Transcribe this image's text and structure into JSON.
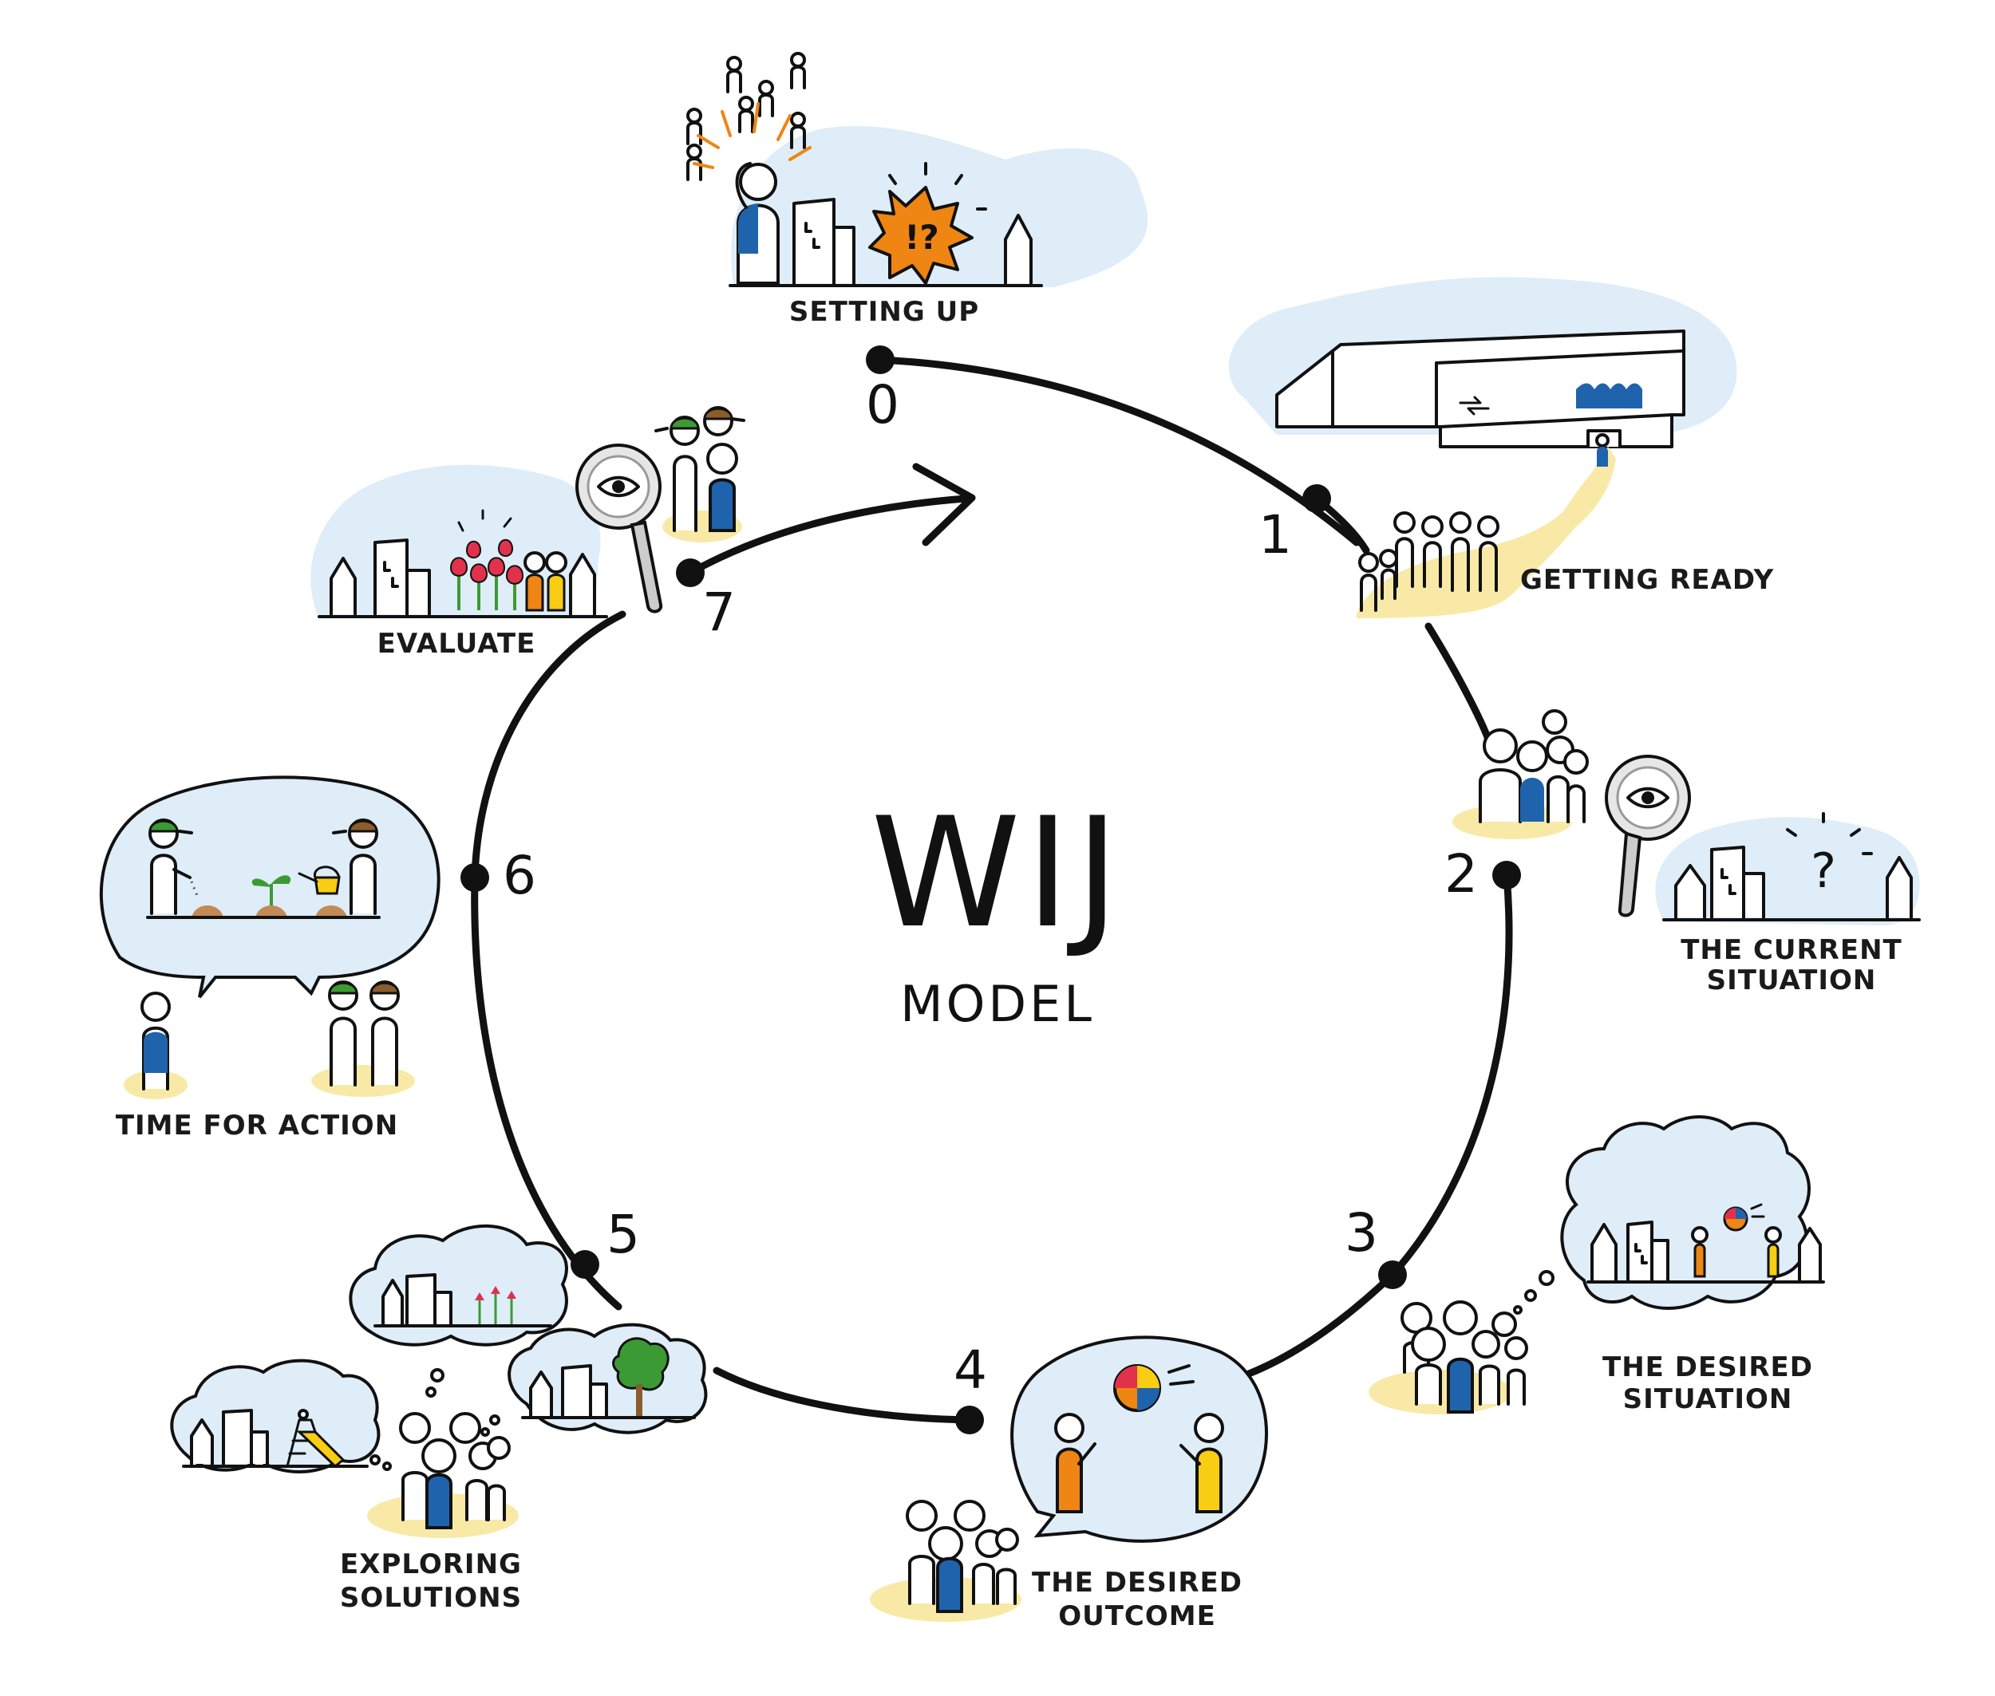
{
  "title": {
    "main": "WIJ",
    "sub": "MODEL"
  },
  "colors": {
    "sky": "#deedf8",
    "sand": "#f8eaa6",
    "blue": "#1f63ad",
    "orange": "#ef8513",
    "yellow": "#f8cd14",
    "green": "#3c9a34",
    "brown": "#8b5d2b",
    "red": "#e2314b",
    "ink": "#111111"
  },
  "stages": [
    {
      "number": "0",
      "label": "SETTING UP",
      "icon": "problem-burst-icon"
    },
    {
      "number": "1",
      "label": "GETTING READY",
      "icon": "station-building-icon"
    },
    {
      "number": "2",
      "label_lines": [
        "THE CURRENT",
        "SITUATION"
      ],
      "icon": "magnifier-eye-icon"
    },
    {
      "number": "3",
      "label_lines": [
        "THE DESIRED",
        "SITUATION"
      ],
      "icon": "thought-cloud-ball-icon"
    },
    {
      "number": "4",
      "label_lines": [
        "THE DESIRED",
        "OUTCOME"
      ],
      "icon": "speech-bubble-ball-icon"
    },
    {
      "number": "5",
      "label_lines": [
        "EXPLORING",
        "SOLUTIONS"
      ],
      "icon": "idea-clouds-icon"
    },
    {
      "number": "6",
      "label": "TIME FOR ACTION",
      "icon": "gardeners-planting-icon"
    },
    {
      "number": "7",
      "label": "EVALUATE",
      "icon": "magnifier-tulips-icon"
    }
  ],
  "glyphs": {
    "question": "?",
    "exclaim_question": "!?"
  }
}
